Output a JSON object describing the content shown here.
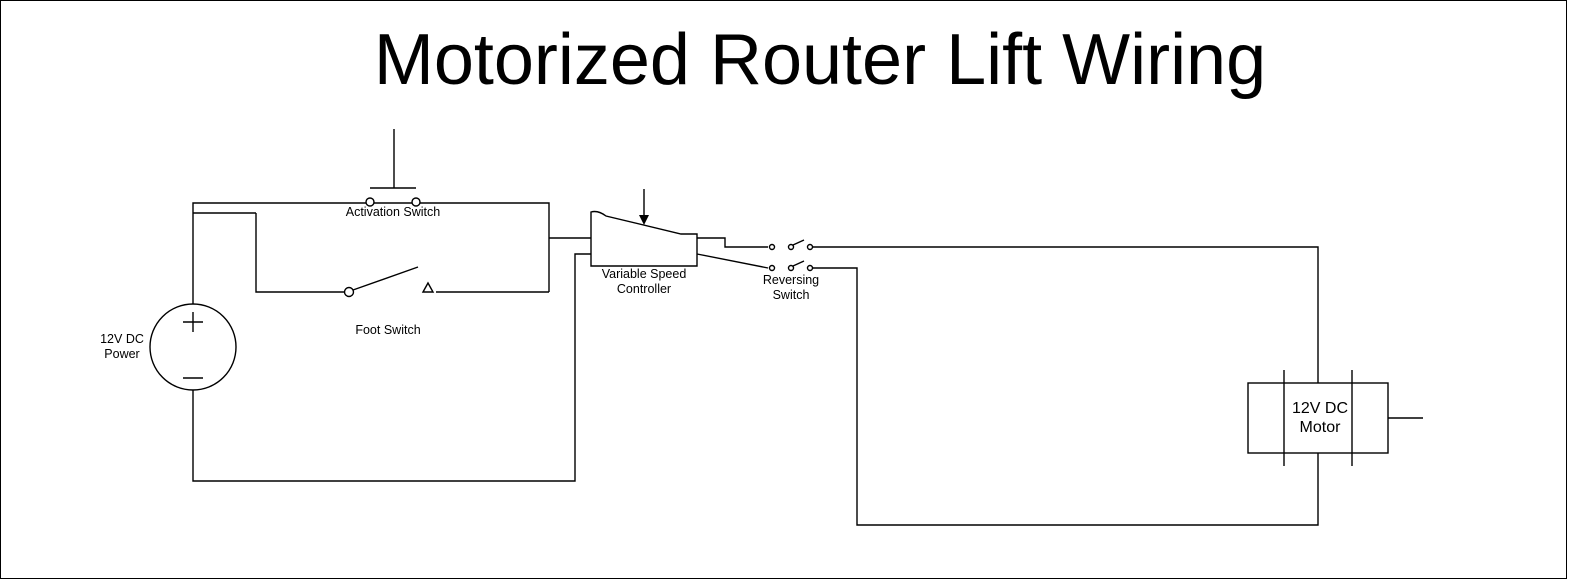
{
  "title": "Motorized Router Lift Wiring",
  "colors": {
    "wire": "#000000",
    "background": "#ffffff"
  },
  "components": {
    "power_supply": {
      "label_line1": "12V DC",
      "label_line2": "Power"
    },
    "activation_switch": {
      "label": "Activation Switch"
    },
    "foot_switch": {
      "label": "Foot Switch"
    },
    "speed_controller": {
      "label_line1": "Variable Speed",
      "label_line2": "Controller"
    },
    "reversing_switch": {
      "label_line1": "Reversing",
      "label_line2": "Switch"
    },
    "motor": {
      "label_line1": "12V DC",
      "label_line2": "Motor"
    }
  }
}
